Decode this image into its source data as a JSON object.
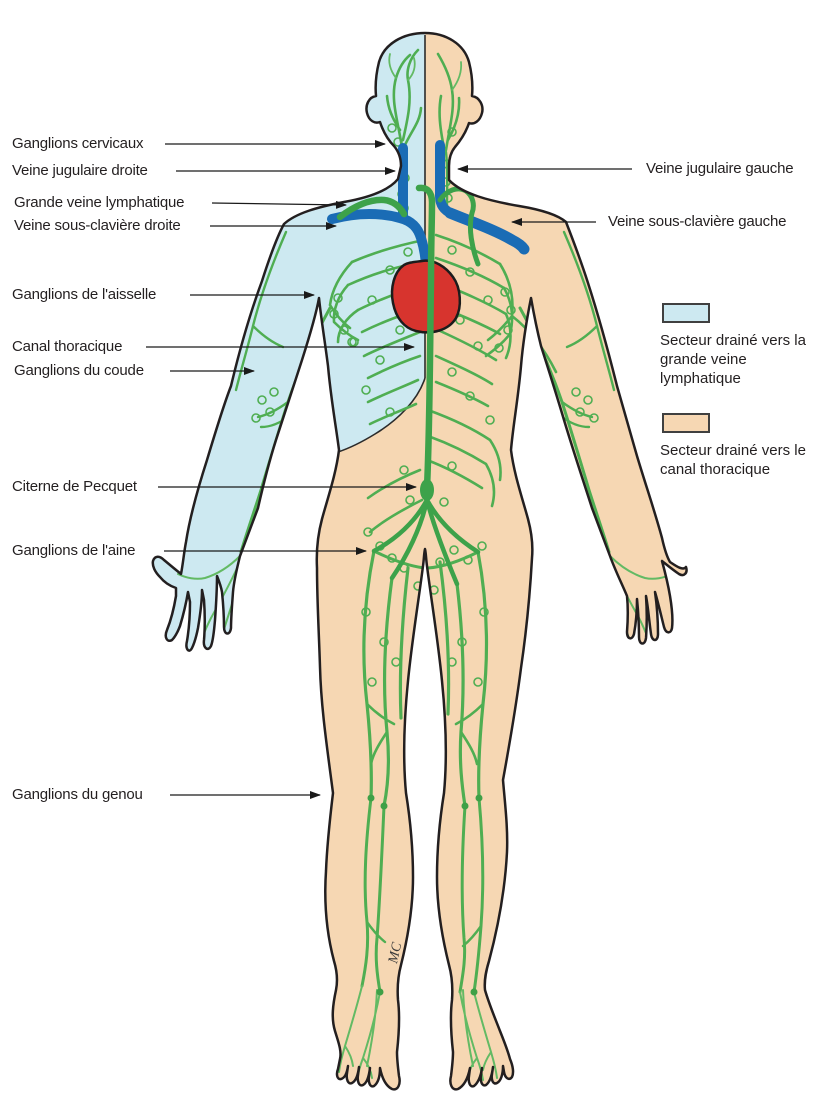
{
  "labels": [
    {
      "id": "ganglions-cervicaux",
      "text": "Ganglions cervicaux"
    },
    {
      "id": "veine-jugulaire-droite",
      "text": "Veine jugulaire droite"
    },
    {
      "id": "grande-veine-lymphatique",
      "text": "Grande veine lymphatique"
    },
    {
      "id": "veine-sous-claviere-droite",
      "text": "Veine sous-clavière droite"
    },
    {
      "id": "ganglions-aisselle",
      "text": "Ganglions de l'aisselle"
    },
    {
      "id": "canal-thoracique",
      "text": "Canal thoracique"
    },
    {
      "id": "ganglions-coude",
      "text": "Ganglions du coude"
    },
    {
      "id": "citerne-pecquet",
      "text": "Citerne de Pecquet"
    },
    {
      "id": "ganglions-aine",
      "text": "Ganglions de l'aine"
    },
    {
      "id": "ganglions-genou",
      "text": "Ganglions du genou"
    },
    {
      "id": "veine-jugulaire-gauche",
      "text": "Veine jugulaire gauche"
    },
    {
      "id": "veine-sous-claviere-gauche",
      "text": "Veine sous-clavière gauche"
    }
  ],
  "legend": {
    "items": [
      {
        "color": "#cde9f1",
        "text": "Secteur drainé vers la grande veine lymphatique"
      },
      {
        "color": "#f6d7b3",
        "text": "Secteur drainé vers le canal thoracique"
      }
    ]
  },
  "signature": "MC",
  "colors": {
    "sector_blue": "#cde9f1",
    "sector_tan": "#f6d7b3",
    "lymph_green": "#4fae52",
    "vein_blue": "#1a6cb5",
    "heart_red": "#d7342e",
    "outline": "#231f20"
  }
}
